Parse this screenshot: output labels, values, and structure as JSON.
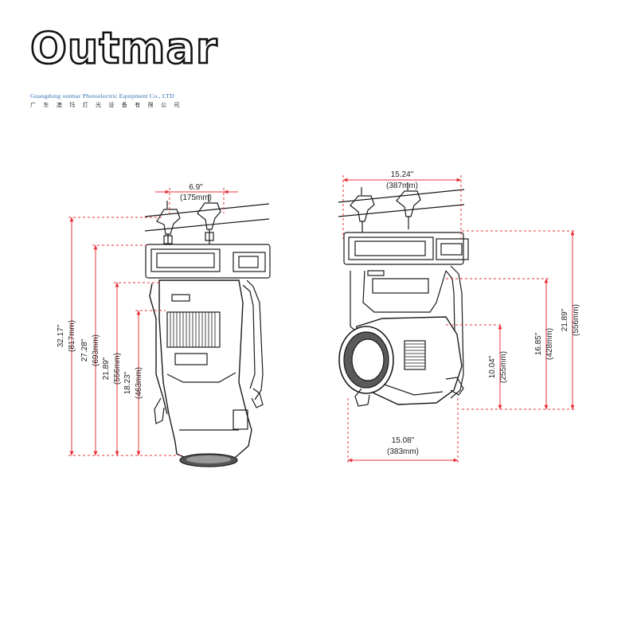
{
  "brand": {
    "name": "Outmar",
    "company_en": "Guangdong outmar Photoelectric Equipment Co., LTD",
    "company_cn": "广东澳玛灯光设备有限公司"
  },
  "colors": {
    "dimension_line": "#e8333a",
    "drawing_line": "#1a1a1a",
    "brand_blue": "#2f6db5"
  },
  "front_view": {
    "width_in": "6.9\"",
    "width_mm": "(175mm)",
    "h1_in": "32.17\"",
    "h1_mm": "(817mm)",
    "h2_in": "27.28\"",
    "h2_mm": "(693mm)",
    "h3_in": "21.89\"",
    "h3_mm": "(556mm)",
    "h4_in": "18.23\"",
    "h4_mm": "(463mm)"
  },
  "side_view": {
    "top_width_in": "15.24\"",
    "top_width_mm": "(387mm)",
    "bottom_width_in": "15.08\"",
    "bottom_width_mm": "(383mm)",
    "h_a_in": "10.04\"",
    "h_a_mm": "(255mm)",
    "h_b_in": "16.85\"",
    "h_b_mm": "(428mm)",
    "h_c_in": "21.89\"",
    "h_c_mm": "(556mm)"
  }
}
